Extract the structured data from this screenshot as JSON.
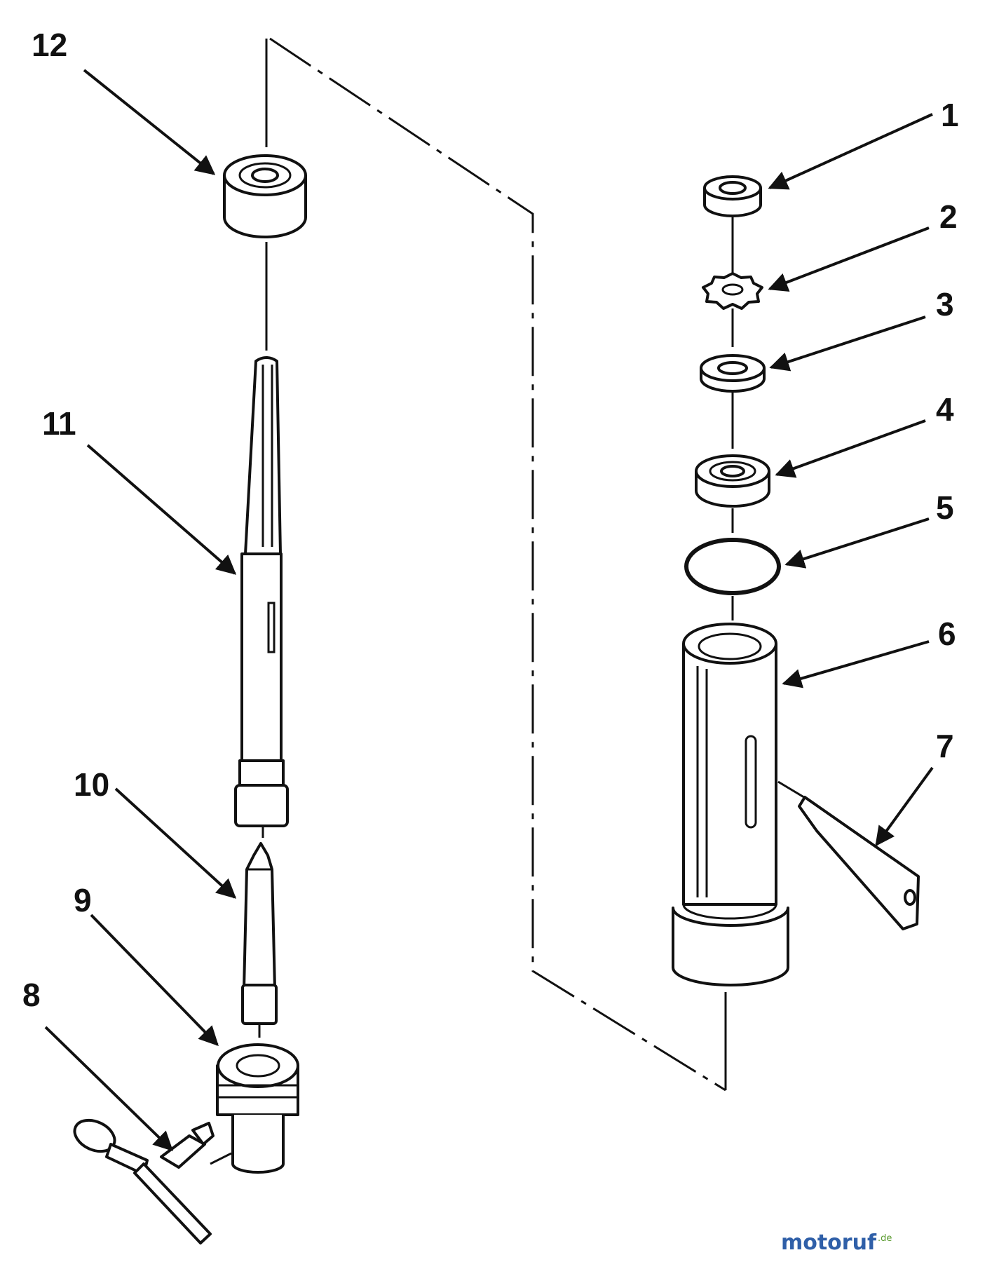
{
  "parts": [
    {
      "id": "1",
      "label": "1",
      "shape": "nut"
    },
    {
      "id": "2",
      "label": "2",
      "shape": "star-washer"
    },
    {
      "id": "3",
      "label": "3",
      "shape": "washer"
    },
    {
      "id": "4",
      "label": "4",
      "shape": "bearing"
    },
    {
      "id": "5",
      "label": "5",
      "shape": "o-ring"
    },
    {
      "id": "6",
      "label": "6",
      "shape": "tube-housing"
    },
    {
      "id": "7",
      "label": "7",
      "shape": "wrench"
    },
    {
      "id": "8",
      "label": "8",
      "shape": "chuck-key"
    },
    {
      "id": "9",
      "label": "9",
      "shape": "chuck"
    },
    {
      "id": "10",
      "label": "10",
      "shape": "spindle"
    },
    {
      "id": "11",
      "label": "11",
      "shape": "spline-shaft"
    },
    {
      "id": "12",
      "label": "12",
      "shape": "bearing"
    }
  ],
  "watermark": {
    "main": "motoruf",
    "sup": ".de"
  },
  "colors": {
    "ink": "#111111",
    "background": "#ffffff",
    "wm_green": "#5a9a2e",
    "wm_blue": "#2f5fa8"
  }
}
